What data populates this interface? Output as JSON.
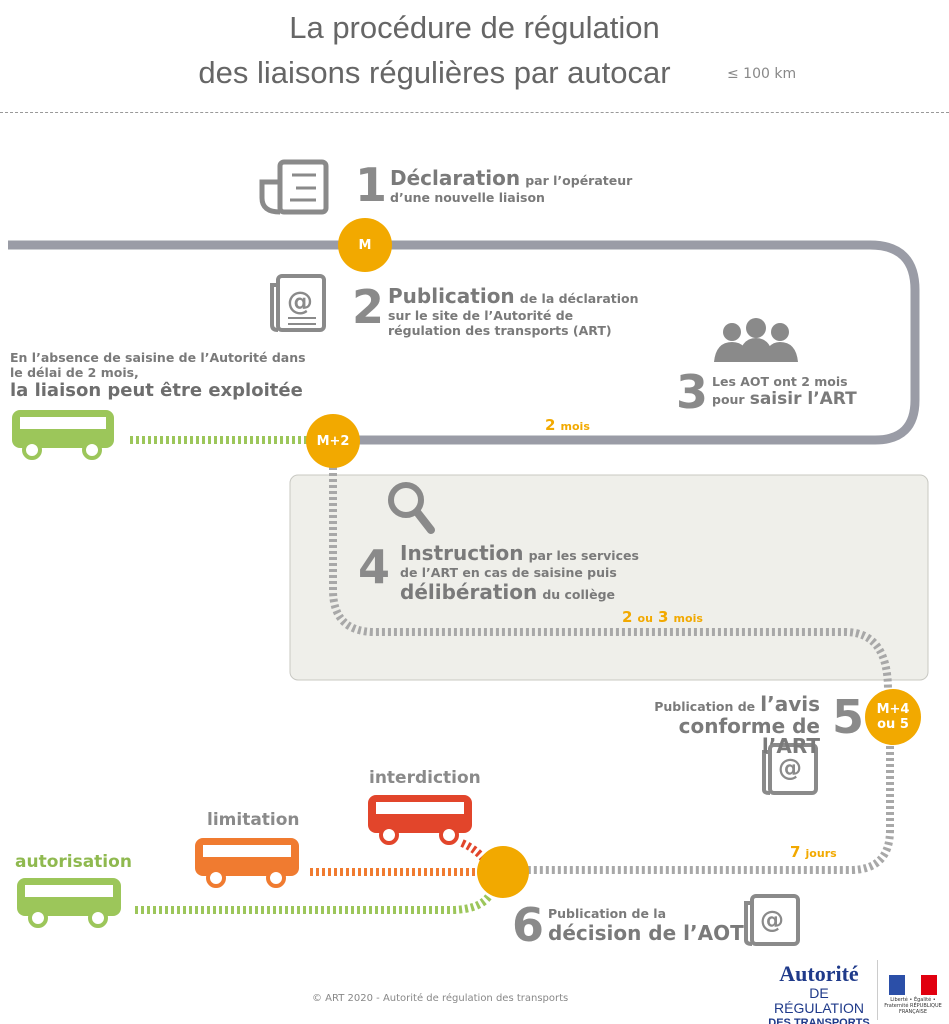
{
  "title": {
    "line1": "La procédure de régulation",
    "line2": "des liaisons régulières par autocar",
    "note": "≤ 100 km"
  },
  "steps": [
    {
      "num": "1",
      "head": "Déclaration",
      "rest": "par l’opérateur",
      "line2": "d’une nouvelle liaison"
    },
    {
      "num": "2",
      "head": "Publication",
      "rest": "de la déclaration",
      "line2": "sur le site de l’Autorité de",
      "line3": "régulation des transports (ART)"
    },
    {
      "num": "3",
      "line1": "Les AOT ont 2 mois",
      "pre": "pour",
      "head": "saisir l’ART"
    },
    {
      "num": "4",
      "head": "Instruction",
      "rest": "par les services",
      "line2": "de l’ART en cas de saisine puis",
      "head2": "délibération",
      "rest2": "du collège"
    },
    {
      "num": "5",
      "pre": "Publication de",
      "head": "l’avis",
      "line2": "conforme de l’ART"
    },
    {
      "num": "6",
      "line1": "Publication de la",
      "head": "décision de l’AOT"
    }
  ],
  "milestones": {
    "m": "M",
    "m2": "M+2",
    "m4a": "M+4",
    "m4b": "ou 5"
  },
  "durations": {
    "d1_num": "2",
    "d1_unit": "mois",
    "d2_num1": "2",
    "d2_ou": "ou",
    "d2_num2": "3",
    "d2_unit": "mois",
    "d3_num": "7",
    "d3_unit": "jours"
  },
  "absence": {
    "line1": "En l’absence de saisine de l’Autorité dans",
    "line2": "le délai de 2 mois,",
    "line3": "la liaison peut être exploitée"
  },
  "outcomes": {
    "autorisation": "autorisation",
    "limitation": "limitation",
    "interdiction": "interdiction"
  },
  "footer": {
    "copyright": "© ART 2020 - Autorité de régulation des transports",
    "logo": "Autorité DE RÉGULATION DES TRANSPORTS",
    "republique": "Liberté • Égalité • Fraternité RÉPUBLIQUE FRANÇAISE"
  },
  "colors": {
    "track": "#9a9ca6",
    "accent": "#f2a900",
    "green": "#9cc65a",
    "orange": "#f07b30",
    "red": "#e2452b"
  }
}
